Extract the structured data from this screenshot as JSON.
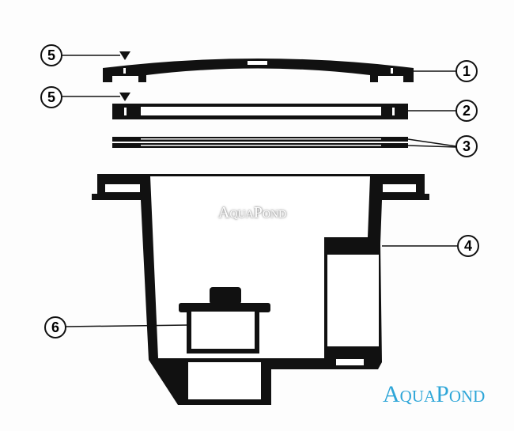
{
  "diagram": {
    "callouts": [
      "1",
      "2",
      "3",
      "4",
      "5",
      "6"
    ],
    "colors": {
      "ink": "#111111",
      "brand": "#2ea6d8"
    }
  },
  "watermark": {
    "center": "AquaPond",
    "corner": "AquaPond"
  }
}
